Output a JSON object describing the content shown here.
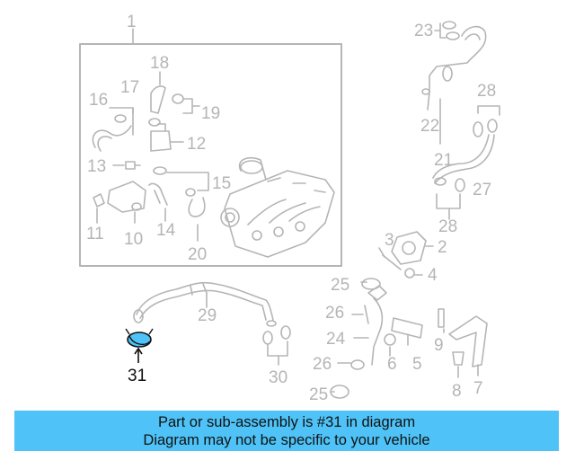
{
  "callouts": [
    {
      "id": "c1",
      "text": "1"
    },
    {
      "id": "c2",
      "text": "2"
    },
    {
      "id": "c3",
      "text": "3"
    },
    {
      "id": "c4",
      "text": "4"
    },
    {
      "id": "c5",
      "text": "5"
    },
    {
      "id": "c6",
      "text": "6"
    },
    {
      "id": "c7",
      "text": "7"
    },
    {
      "id": "c8",
      "text": "8"
    },
    {
      "id": "c9",
      "text": "9"
    },
    {
      "id": "c10",
      "text": "10"
    },
    {
      "id": "c11",
      "text": "11"
    },
    {
      "id": "c12",
      "text": "12"
    },
    {
      "id": "c13",
      "text": "13"
    },
    {
      "id": "c14",
      "text": "14"
    },
    {
      "id": "c15",
      "text": "15"
    },
    {
      "id": "c16",
      "text": "16"
    },
    {
      "id": "c17",
      "text": "17"
    },
    {
      "id": "c18",
      "text": "18"
    },
    {
      "id": "c19",
      "text": "19"
    },
    {
      "id": "c20",
      "text": "20"
    },
    {
      "id": "c21",
      "text": "21"
    },
    {
      "id": "c22",
      "text": "22"
    },
    {
      "id": "c23",
      "text": "23"
    },
    {
      "id": "c24",
      "text": "24"
    },
    {
      "id": "c25a",
      "text": "25"
    },
    {
      "id": "c25b",
      "text": "25"
    },
    {
      "id": "c26a",
      "text": "26"
    },
    {
      "id": "c26b",
      "text": "26"
    },
    {
      "id": "c27",
      "text": "27"
    },
    {
      "id": "c28a",
      "text": "28"
    },
    {
      "id": "c28b",
      "text": "28"
    },
    {
      "id": "c29",
      "text": "29"
    },
    {
      "id": "c30",
      "text": "30"
    },
    {
      "id": "c31",
      "text": "31"
    }
  ],
  "highlighted_part": "31",
  "banner": {
    "line1": "Part or sub-assembly is #31 in diagram",
    "line2": "Diagram may not be specific to your vehicle"
  },
  "colors": {
    "line_art": "#b5b5b5",
    "highlight_fill": "#4fc3f7",
    "highlight_stroke": "#111111",
    "banner_bg": "#4fc3f7"
  }
}
